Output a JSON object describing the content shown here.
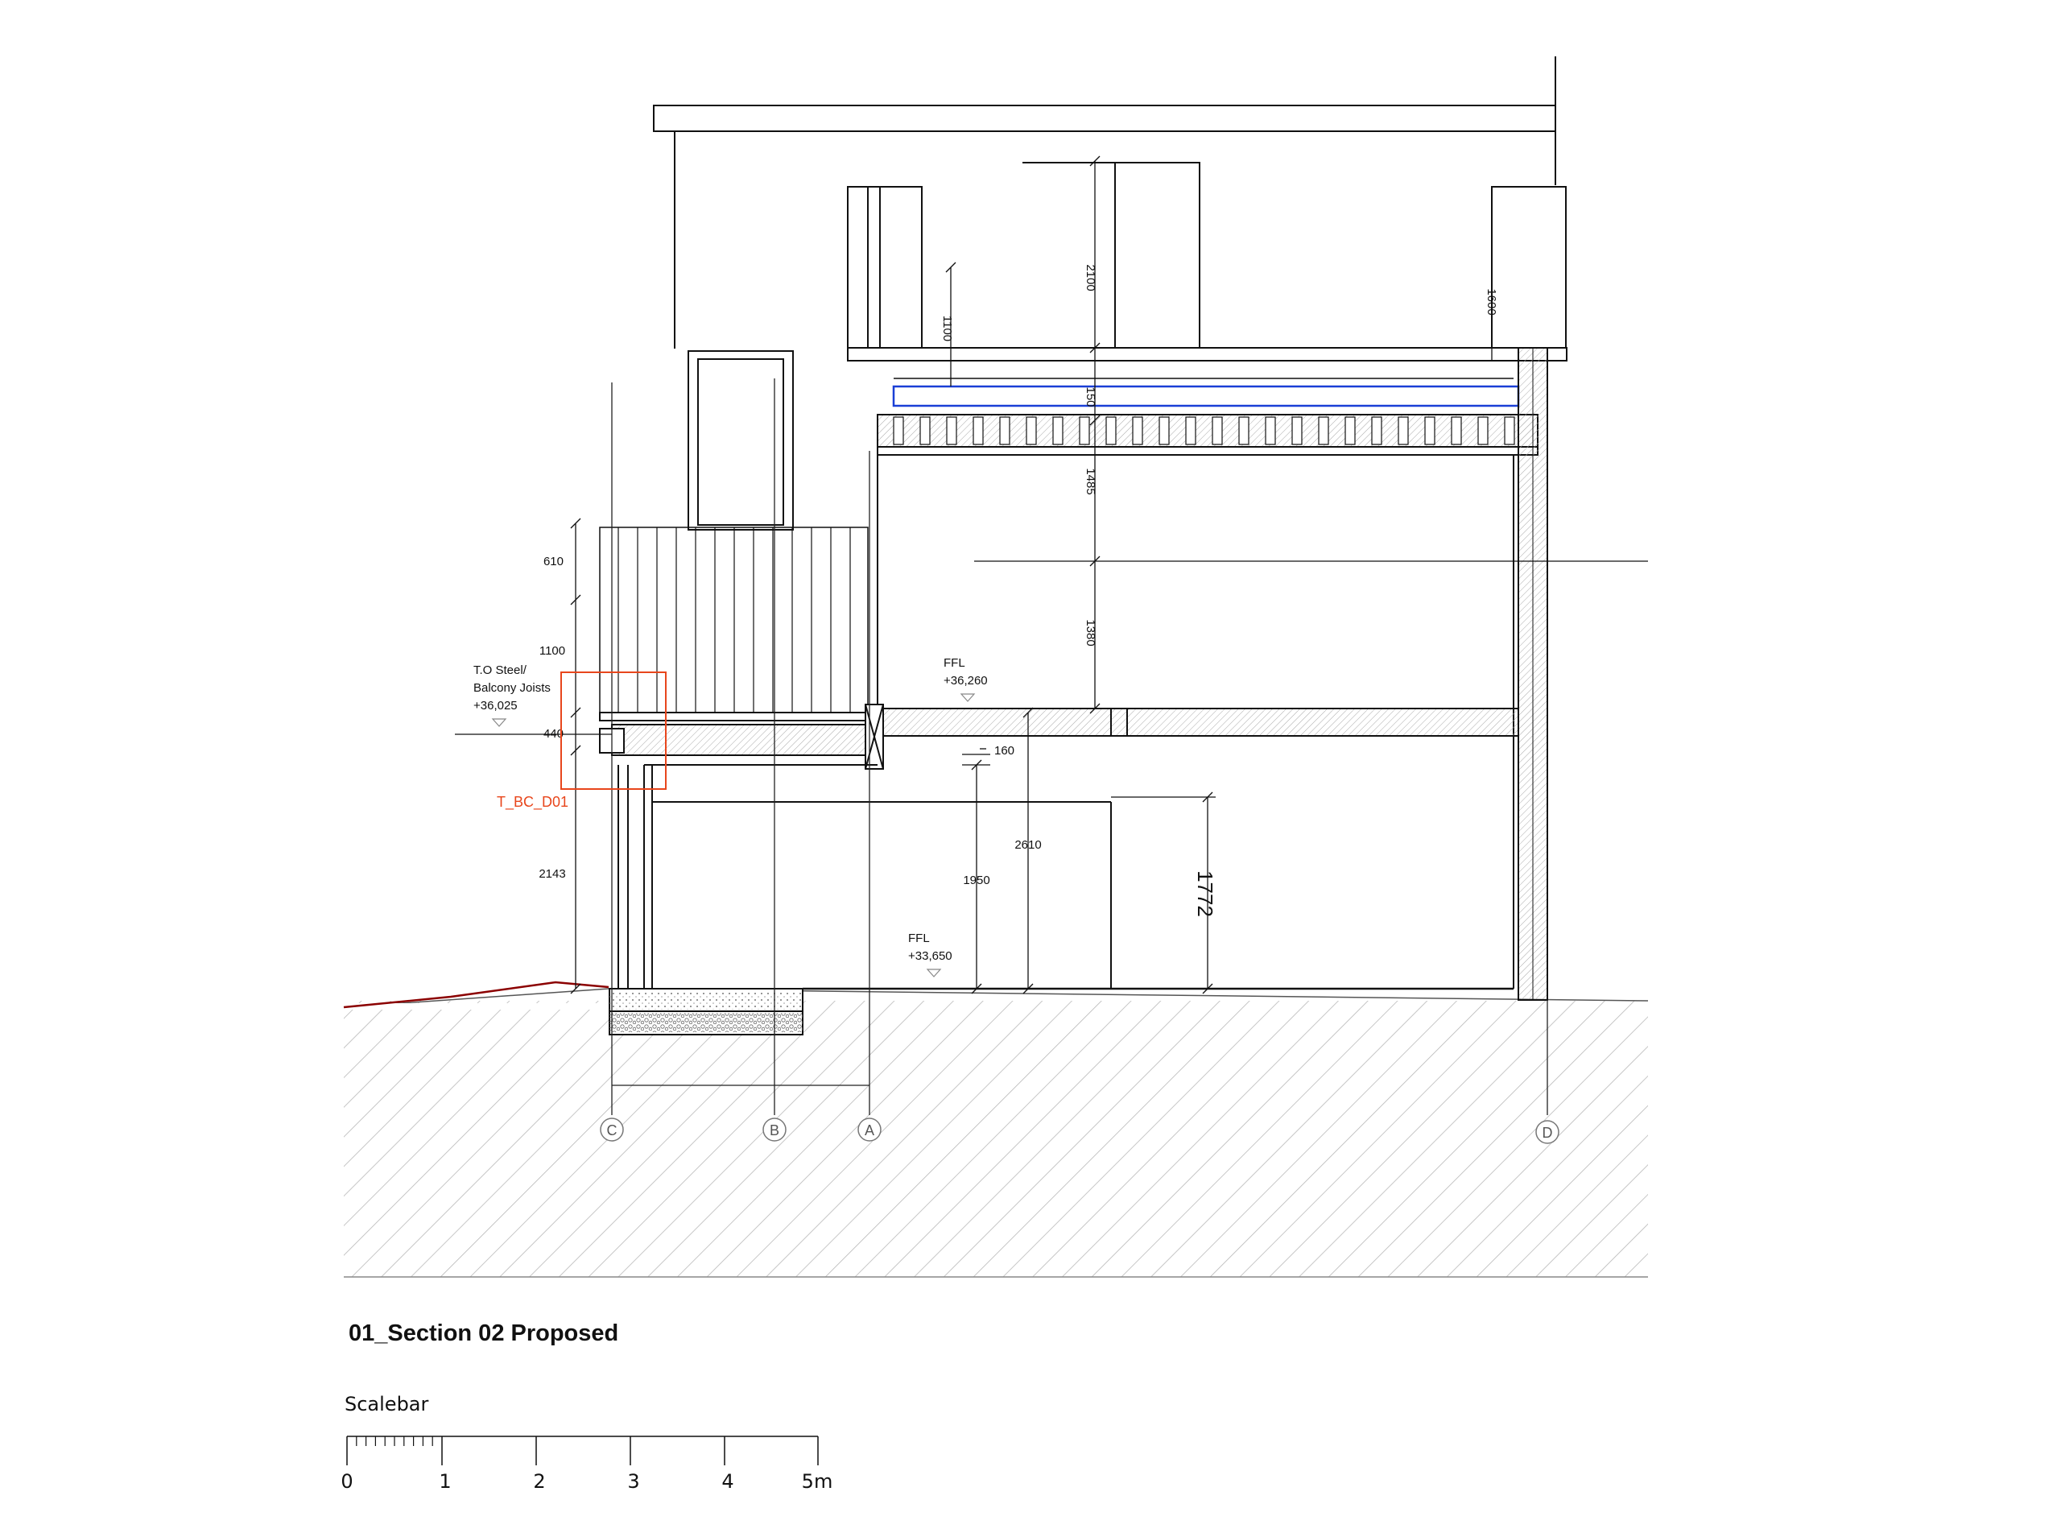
{
  "drawing": {
    "title": "01_Section 02 Proposed",
    "colors": {
      "line": "#111111",
      "ground_hatch": "#b5b5b5",
      "callout": "#e8461c",
      "blue_detail": "#1a3fd6",
      "terrain": "#8b0000",
      "grid_bubble": "#777777"
    }
  },
  "dimensions": {
    "d2100": "2100",
    "d1600": "1600",
    "d1100_top": "1100",
    "d150": "150",
    "d1485": "1485",
    "d1380": "1380",
    "d610": "610",
    "d1100": "1100",
    "d440": "440",
    "d160": "160",
    "d2610": "2610",
    "d1950": "1950",
    "d1772": "1772",
    "d2143": "2143"
  },
  "levels": {
    "steel_line1": "T.O Steel/",
    "steel_line2": "Balcony Joists",
    "steel_value": "+36,025",
    "ffl_upper_label": "FFL",
    "ffl_upper_value": "+36,260",
    "ffl_lower_label": "FFL",
    "ffl_lower_value": "+33,650"
  },
  "callout": {
    "label": "T_BC_D01"
  },
  "grid": {
    "c": "C",
    "b": "B",
    "a": "A",
    "d": "D"
  },
  "scalebar": {
    "label": "Scalebar",
    "ticks": [
      "0",
      "1",
      "2",
      "3",
      "4",
      "5m"
    ]
  }
}
